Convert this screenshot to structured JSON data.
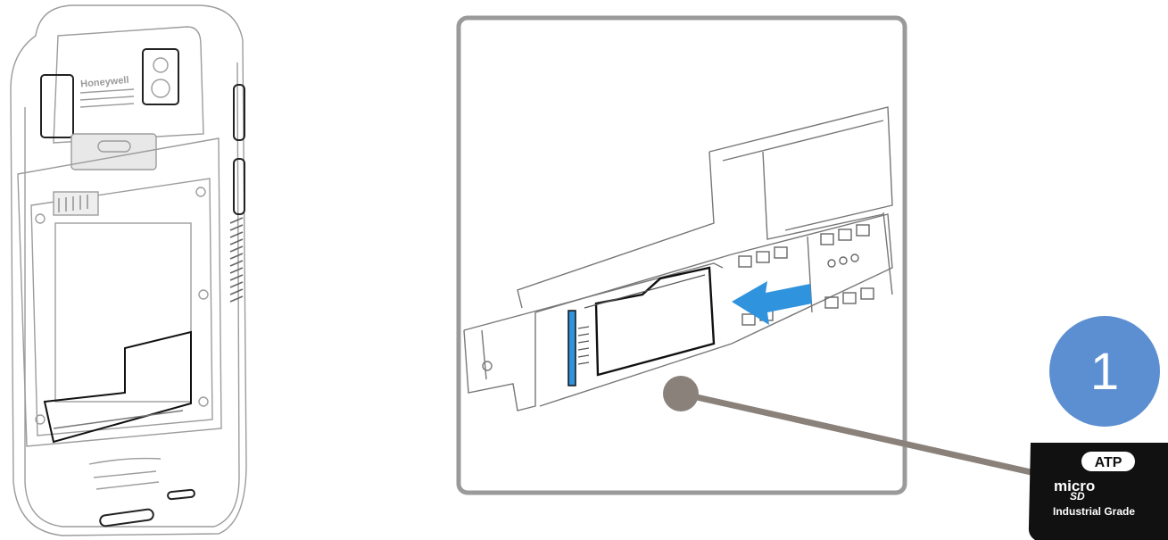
{
  "device": {
    "brand": "Honeywell"
  },
  "step": {
    "number": "1",
    "badge_color": "#5b8fd1"
  },
  "card": {
    "brand": "ATP",
    "type_line1": "micro",
    "type_line2": "SD",
    "grade": "Industrial Grade"
  },
  "arrow_color": "#2f93dd",
  "connector_color": "#8a817b"
}
